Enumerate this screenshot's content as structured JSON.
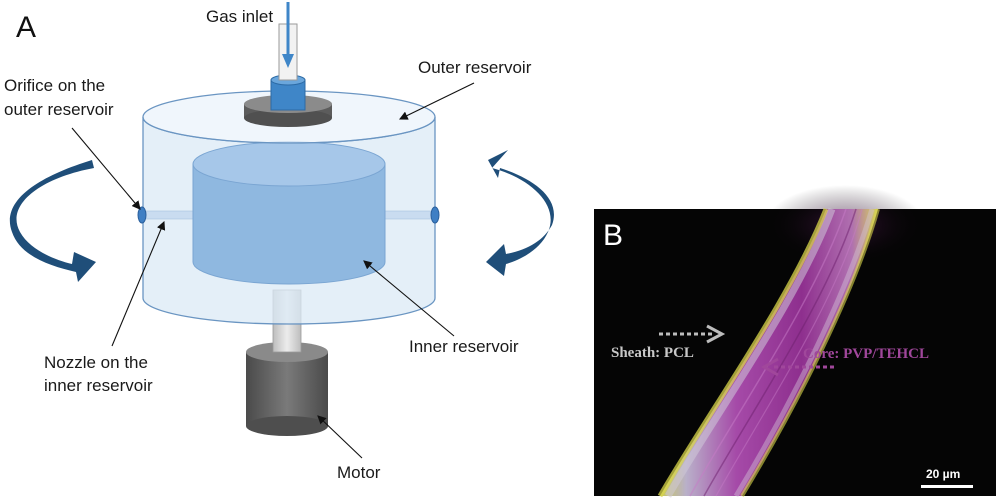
{
  "panel_a": {
    "letter": "A",
    "labels": {
      "gas_inlet": "Gas inlet",
      "outer_reservoir": "Outer reservoir",
      "orifice_line1": "Orifice on the",
      "orifice_line2": "outer reservoir",
      "inner_reservoir": "Inner reservoir",
      "nozzle_line1": "Nozzle on the",
      "nozzle_line2": "inner reservoir",
      "motor": "Motor"
    }
  },
  "panel_b": {
    "letter": "B",
    "sheath_label": "Sheath: PCL",
    "core_label": "Core: PVP/TEHCL",
    "scale_bar": "20 µm"
  },
  "colors": {
    "outer_fill": "#dbe9f6",
    "inner_fill": "#8fb8e0",
    "arrow_blue": "#1f4e79",
    "motor": "#5f5f5f",
    "sheath_label": "#c8c8c8",
    "core_label": "#a0479b"
  }
}
